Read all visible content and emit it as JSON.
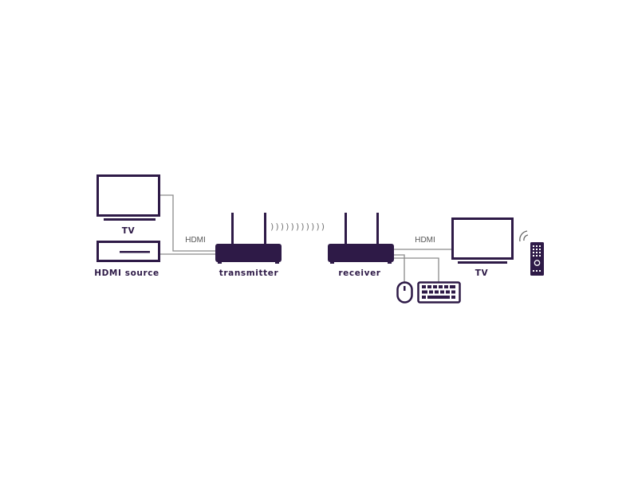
{
  "colors": {
    "device": "#2e1a47",
    "cable": "#8a8a8a"
  },
  "labels": {
    "tv_left": "TV",
    "hdmi_source": "HDMI source",
    "transmitter": "transmitter",
    "receiver": "receiver",
    "tv_right": "TV",
    "cable_left": "HDMI",
    "cable_right": "HDMI",
    "wireless": ")))))))))))"
  }
}
